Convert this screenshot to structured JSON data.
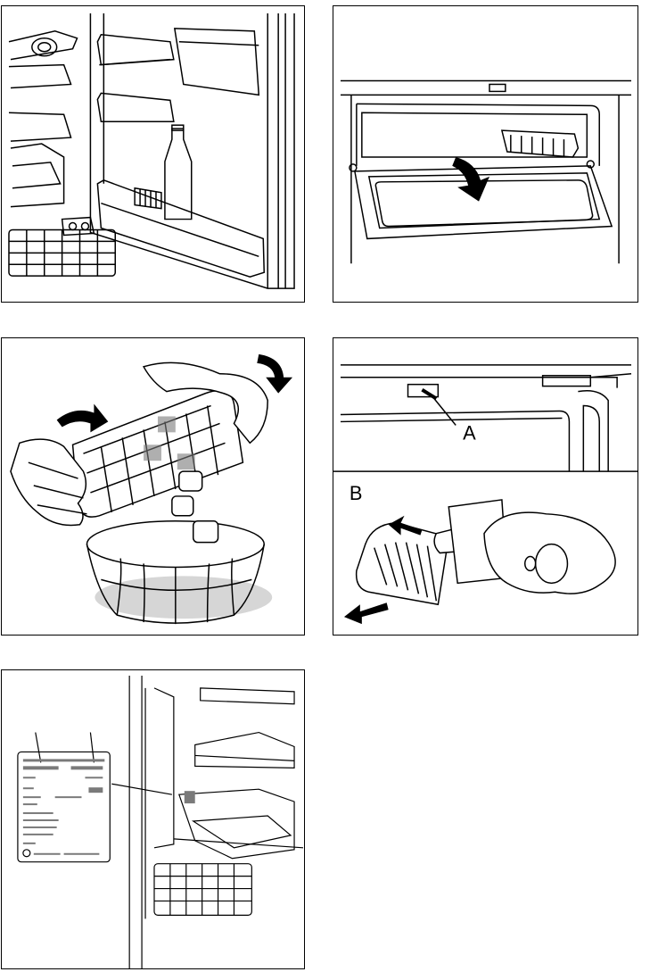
{
  "figures": [
    {
      "id": "fridge-interior-door-open"
    },
    {
      "id": "freezer-compartment-flap-open"
    },
    {
      "id": "ice-cube-tray-twist"
    },
    {
      "id": "light-bulb-replacement",
      "labels": {
        "a": "A",
        "b": "B"
      }
    },
    {
      "id": "rating-plate-location"
    }
  ],
  "colors": {
    "line": "#000000",
    "shade": "#d6d6d6",
    "dark": "#7a7a7a"
  }
}
